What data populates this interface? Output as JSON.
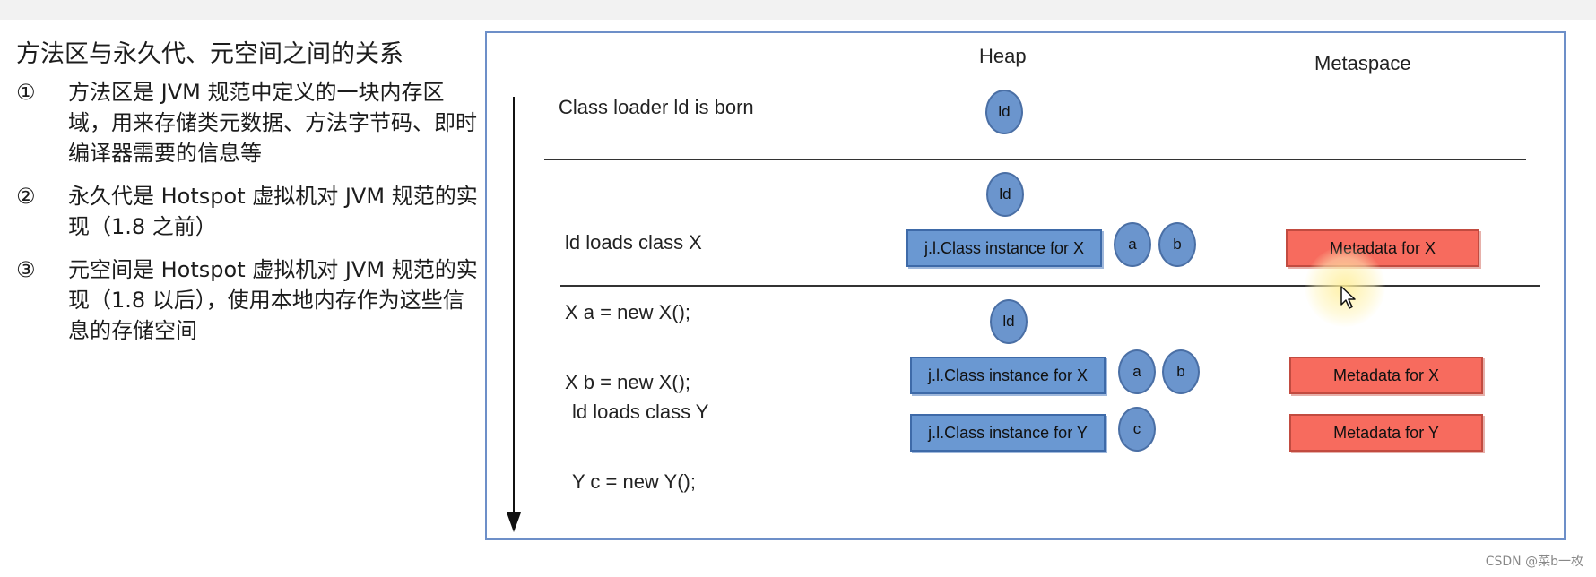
{
  "title": "方法区与永久代、元空间之间的关系",
  "notes": [
    {
      "num": "①",
      "text": "方法区是 JVM 规范中定义的一块内存区域，用来存储类元数据、方法字节码、即时编译器需要的信息等"
    },
    {
      "num": "②",
      "text": "永久代是 Hotspot 虚拟机对 JVM 规范的实现（1.8 之前）"
    },
    {
      "num": "③",
      "text": "元空间是 Hotspot 虚拟机对 JVM 规范的实现（1.8 以后），使用本地内存作为这些信息的存储空间"
    }
  ],
  "diagram": {
    "heap_label": "Heap",
    "metaspace_label": "Metaspace",
    "stage1": {
      "text": "Class loader ld is born",
      "ld": "ld"
    },
    "stage2": {
      "lines": [
        "ld loads class X",
        "X a = new X();",
        "X b = new X();"
      ],
      "ld": "ld",
      "class_x": "j.l.Class instance for X",
      "a": "a",
      "b": "b",
      "meta_x": "Metadata for X"
    },
    "stage3": {
      "lines": [
        "ld loads class Y",
        "Y c = new Y();"
      ],
      "ld": "ld",
      "class_x": "j.l.Class instance for X",
      "class_y": "j.l.Class instance for Y",
      "a": "a",
      "b": "b",
      "c": "c",
      "meta_x": "Metadata for X",
      "meta_y": "Metadata for Y"
    },
    "colors": {
      "heap_object": "#6a98d2",
      "metadata": "#f76b5e",
      "border": "#6d8fc8"
    }
  },
  "watermark": "CSDN @菜b一枚"
}
